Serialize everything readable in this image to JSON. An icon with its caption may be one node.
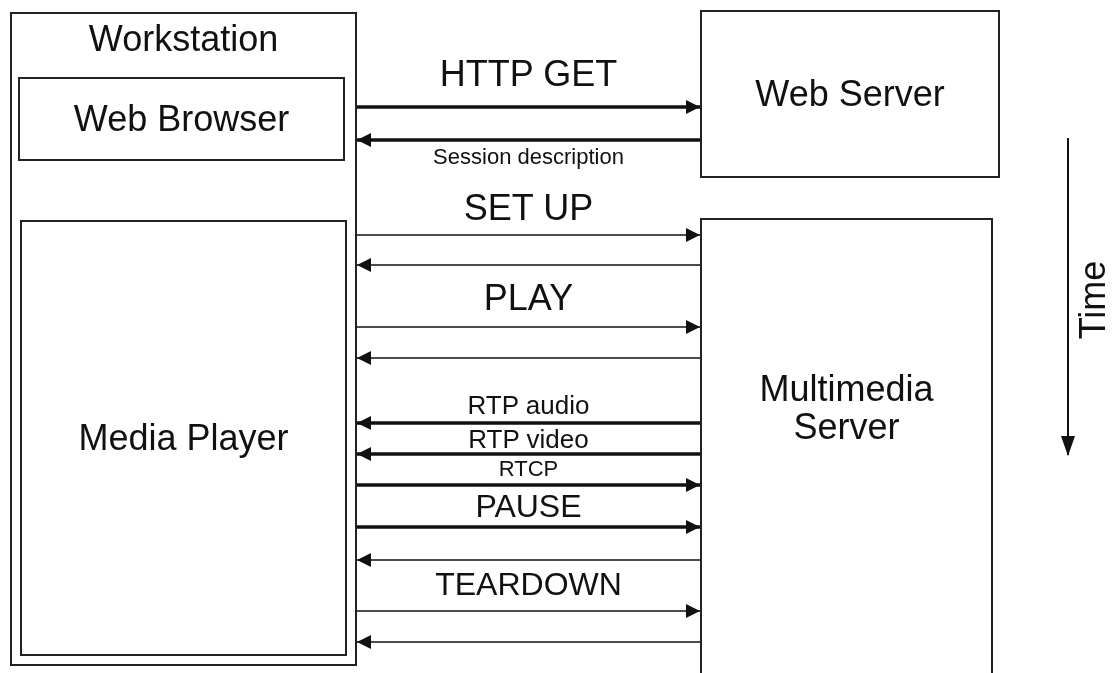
{
  "diagram": {
    "nodes": [
      {
        "text": [
          "Workstation"
        ]
      },
      {
        "text": [
          "Web Browser"
        ],
        "in": 0
      },
      {
        "text": [
          "Media Player"
        ],
        "in": 0
      },
      {
        "text": [
          "Web Server"
        ]
      },
      {
        "text": [
          "Multimedia Server"
        ]
      }
    ],
    "edges": [
      {
        "from": 0,
        "to": 3,
        "arrow": "to",
        "label": "HTTP GET",
        "style": "thick"
      },
      {
        "from": 3,
        "to": 0,
        "arrow": "to",
        "label": "Session description",
        "style": "thick"
      },
      {
        "from": 0,
        "to": 4,
        "arrow": "to",
        "label": "SET UP"
      },
      {
        "from": 4,
        "to": 0,
        "arrow": "to"
      },
      {
        "from": 0,
        "to": 4,
        "arrow": "to",
        "label": "PLAY"
      },
      {
        "from": 4,
        "to": 0,
        "arrow": "to"
      },
      {
        "from": 4,
        "to": 0,
        "arrow": "to",
        "label": "RTP audio",
        "style": "thick"
      },
      {
        "from": 4,
        "to": 0,
        "arrow": "to",
        "label": "RTP video",
        "style": "thick"
      },
      {
        "from": 0,
        "to": 4,
        "arrow": "to",
        "label": "RTCP",
        "style": "thick"
      },
      {
        "from": 0,
        "to": 4,
        "arrow": "to",
        "label": "PAUSE",
        "style": "thick"
      },
      {
        "from": 4,
        "to": 0,
        "arrow": "to"
      },
      {
        "from": 0,
        "to": 4,
        "arrow": "to",
        "label": "TEARDOWN"
      },
      {
        "from": 4,
        "to": 0,
        "arrow": "to"
      }
    ],
    "labels": [
      "Time"
    ]
  }
}
